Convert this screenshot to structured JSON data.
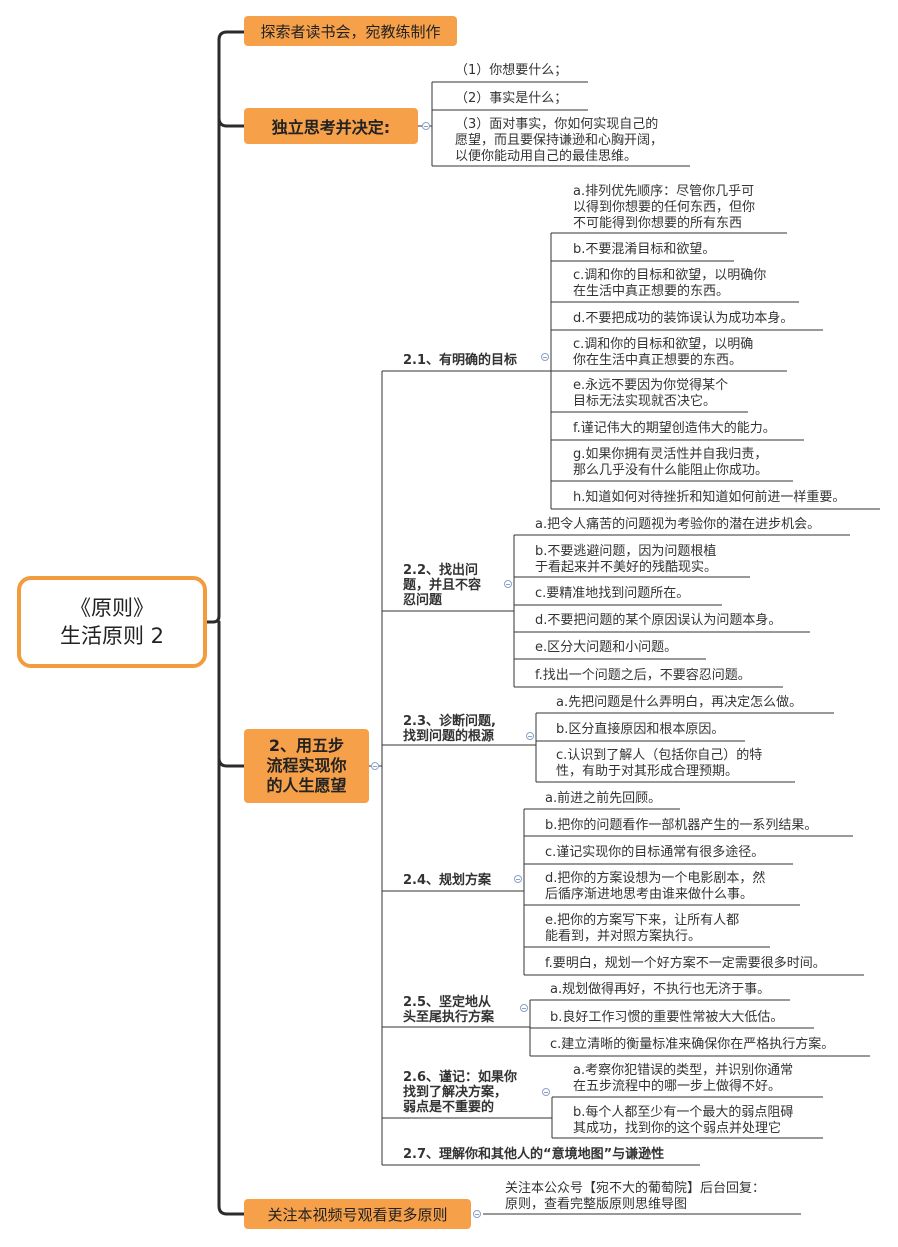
{
  "root": {
    "line1": "《原则》",
    "line2": "生活原则 2"
  },
  "top_note": "探索者读书会，宛教练制作",
  "think": {
    "title": "独立思考并决定:",
    "items": [
      "（1）你想要什么；",
      "（2）事实是什么；",
      "（3）面对事实，你如何实现自己的",
      "愿望，而且要保持谦逊和心胸开阔，",
      "以便你能动用自己的最佳思维。"
    ]
  },
  "five_step": {
    "line1": "2、用五步",
    "line2": "流程实现你",
    "line3": "的人生愿望"
  },
  "s21": {
    "title": "2.1、有明确的目标",
    "items": [
      "a.排列优先顺序：尽管你几乎可",
      "以得到你想要的任何东西，但你",
      "不可能得到你想要的所有东西",
      "b.不要混淆目标和欲望。",
      "c.调和你的目标和欲望，以明确你",
      "在生活中真正想要的东西。",
      "d.不要把成功的装饰误认为成功本身。",
      "c.调和你的目标和欲望，以明确",
      "你在生活中真正想要的东西。",
      "e.永远不要因为你觉得某个",
      "目标无法实现就否决它。",
      "f.谨记伟大的期望创造伟大的能力。",
      "g.如果你拥有灵活性并自我归责，",
      "那么几乎没有什么能阻止你成功。",
      "h.知道如何对待挫折和知道如何前进一样重要。"
    ]
  },
  "s22": {
    "title": [
      "2.2、找出问",
      "题，并且不容",
      "忍问题"
    ],
    "items": [
      "a.把令人痛苦的问题视为考验你的潜在进步机会。",
      "b.不要逃避问题，因为问题根植",
      "于看起来并不美好的残酷现实。",
      "c.要精准地找到问题所在。",
      "d.不要把问题的某个原因误认为问题本身。",
      "e.区分大问题和小问题。",
      "f.找出一个问题之后，不要容忍问题。"
    ]
  },
  "s23": {
    "title": [
      "2.3、诊断问题,",
      "找到问题的根源"
    ],
    "items": [
      "a.先把问题是什么弄明白，再决定怎么做。",
      "b.区分直接原因和根本原因。",
      "c.认识到了解人（包括你自己）的特",
      "性，有助于对其形成合理预期。"
    ]
  },
  "s24": {
    "title": "2.4、规划方案",
    "items": [
      "a.前进之前先回顾。",
      "b.把你的问题看作一部机器产生的一系列结果。",
      "c.谨记实现你的目标通常有很多途径。",
      "d.把你的方案设想为一个电影剧本，然",
      "后循序渐进地思考由谁来做什么事。",
      "e.把你的方案写下来，让所有人都",
      "能看到，并对照方案执行。",
      "f.要明白，规划一个好方案不一定需要很多时间。"
    ]
  },
  "s25": {
    "title": [
      "2.5、坚定地从",
      "头至尾执行方案"
    ],
    "items": [
      "a.规划做得再好，不执行也无济于事。",
      "b.良好工作习惯的重要性常被大大低估。",
      "c.建立清晰的衡量标准来确保你在严格执行方案。"
    ]
  },
  "s26": {
    "title": [
      "2.6、谨记：如果你",
      "找到了解决方案，",
      "弱点是不重要的"
    ],
    "items": [
      "a.考察你犯错误的类型，并识别你通常",
      "在五步流程中的哪一步上做得不好。",
      "b.每个人都至少有一个最大的弱点阻碍",
      "其成功，找到你的这个弱点并处理它"
    ]
  },
  "s27": {
    "title": "2.7、理解你和其他人的“意境地图”与谦逊性"
  },
  "follow": {
    "title": "关注本视频号观看更多原则",
    "note": [
      "关注本公众号【宛不大的葡萄院】后台回复：",
      "原则，查看完整版原则思维导图"
    ]
  }
}
